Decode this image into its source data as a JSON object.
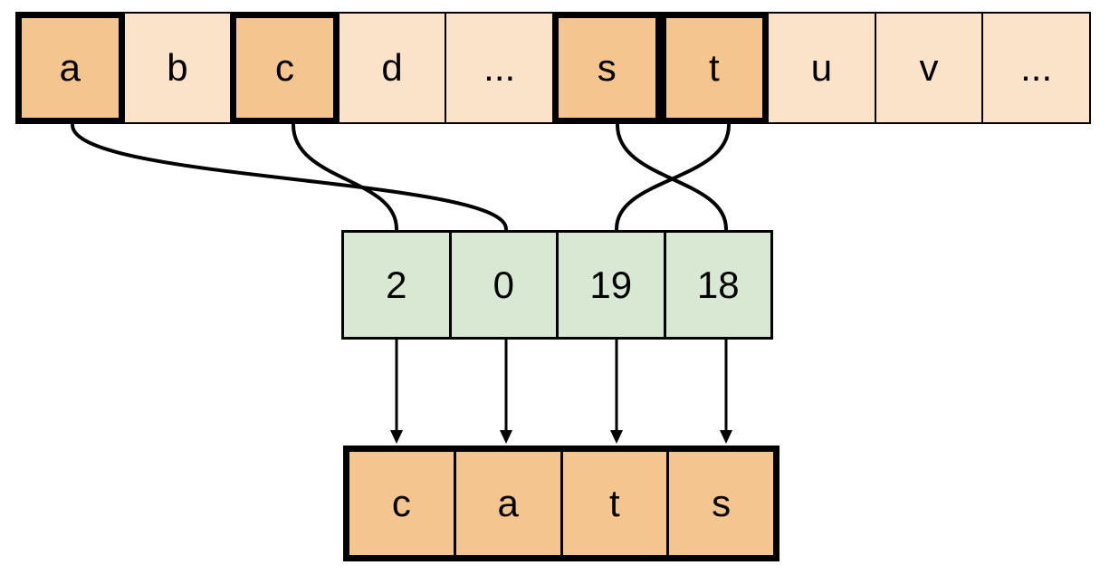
{
  "title": "character-index mapping diagram",
  "colors": {
    "background": "#ffffff",
    "cell_light": "#fbe3c9",
    "cell_highlight": "#f4c58e",
    "cell_green": "#d9e8d3",
    "stroke": "#000000"
  },
  "alphabet_row": {
    "cells": [
      {
        "label": "a",
        "highlighted": true
      },
      {
        "label": "b",
        "highlighted": false
      },
      {
        "label": "c",
        "highlighted": true
      },
      {
        "label": "d",
        "highlighted": false
      },
      {
        "label": "...",
        "highlighted": false
      },
      {
        "label": "s",
        "highlighted": true
      },
      {
        "label": "t",
        "highlighted": true
      },
      {
        "label": "u",
        "highlighted": false
      },
      {
        "label": "v",
        "highlighted": false
      },
      {
        "label": "...",
        "highlighted": false
      }
    ]
  },
  "index_row": {
    "cells": [
      {
        "label": "2"
      },
      {
        "label": "0"
      },
      {
        "label": "19"
      },
      {
        "label": "18"
      }
    ]
  },
  "word_row": {
    "cells": [
      {
        "label": "c"
      },
      {
        "label": "a"
      },
      {
        "label": "t"
      },
      {
        "label": "s"
      }
    ]
  },
  "connections": {
    "curved_edges": [
      {
        "from": "a",
        "to": "0"
      },
      {
        "from": "c",
        "to": "2"
      },
      {
        "from": "s",
        "to": "18"
      },
      {
        "from": "t",
        "to": "19"
      }
    ],
    "arrows": [
      {
        "from": "2",
        "to": "c"
      },
      {
        "from": "0",
        "to": "a"
      },
      {
        "from": "19",
        "to": "t"
      },
      {
        "from": "18",
        "to": "s"
      }
    ]
  }
}
